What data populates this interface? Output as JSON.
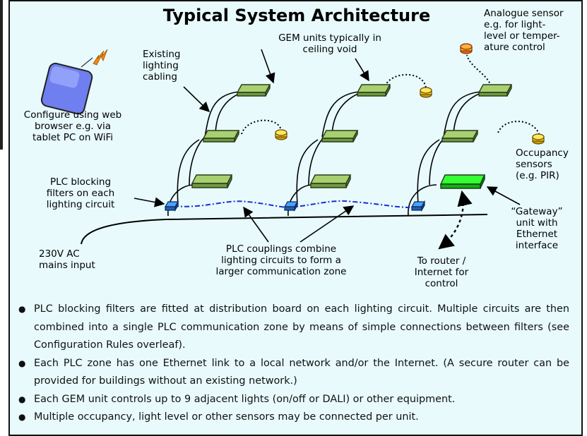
{
  "title": "Typical System Architecture",
  "labels": {
    "configure": [
      "Configure using web",
      "browser e.g. via",
      "tablet PC on WiFi"
    ],
    "existing_cabling": [
      "Existing",
      "lighting",
      "cabling"
    ],
    "gem_units": [
      "GEM units typically in",
      "ceiling void"
    ],
    "analogue_sensor": [
      "Analogue sensor",
      "e.g. for light-",
      "level or temper-",
      "ature control"
    ],
    "occupancy": [
      "Occupancy",
      "sensors",
      "(e.g. PIR)"
    ],
    "blocking_filters": [
      "PLC blocking",
      "filters on each",
      "lighting circuit"
    ],
    "gateway": [
      "“Gateway”",
      "unit with",
      "Ethernet",
      "interface"
    ],
    "mains": [
      "230V AC",
      "mains input"
    ],
    "couplings": [
      "PLC couplings combine",
      "lighting circuits to form a",
      "larger communication zone"
    ],
    "router": [
      "To router /",
      "Internet for",
      "control"
    ]
  },
  "bullets": [
    "PLC blocking filters are fitted at distribution board on each lighting circuit. Multiple circuits are then combined into a single PLC communication zone by means of simple connections between filters (see Configuration Rules overleaf).",
    "Each PLC zone has one Ethernet link to a local network and/or the Internet. (A secure router can be provided for buildings without an existing network.)",
    "Each GEM unit controls up to 9 adjacent lights (on/off or DALI) or other equipment.",
    "Multiple occupancy, light level  or other sensors may be connected per unit."
  ],
  "colors": {
    "background": "#e8fafc",
    "gem_unit": "#8fbc5a",
    "gateway_unit": "#1fe01f",
    "filter": "#2f7fd0",
    "coupling_line": "#1a2fd0",
    "sensor": "#f5d020",
    "analogue_sensor": "#f08030",
    "tablet": "#6f7ff0"
  },
  "icons": [
    "tablet-icon",
    "wifi-lightning-icon",
    "gem-unit-icon",
    "gateway-unit-icon",
    "sensor-icon",
    "filter-icon"
  ]
}
